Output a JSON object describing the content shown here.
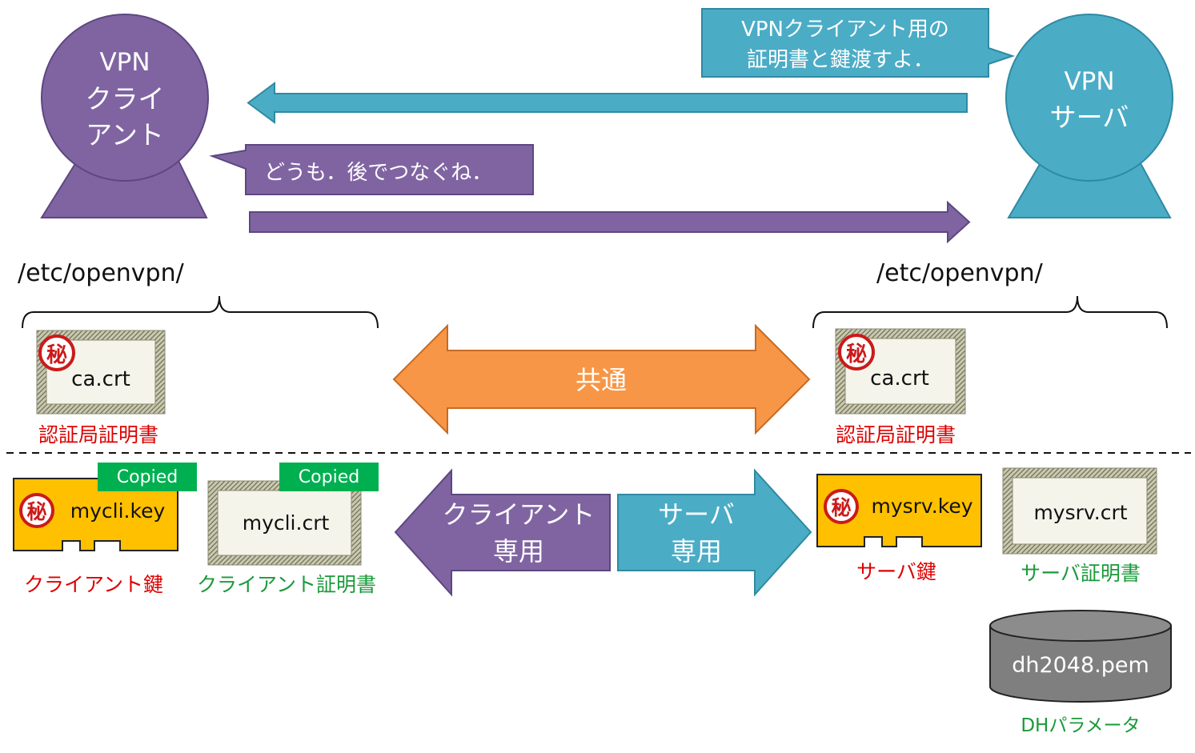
{
  "client": {
    "line1": "VPN",
    "line2": "クライ",
    "line3": "アント",
    "color": "#8064a2",
    "speech": "どうも．後でつなぐね．",
    "dir": "/etc/openvpn/"
  },
  "server": {
    "line1": "VPN",
    "line2": "サーバ",
    "color": "#4bacc6",
    "speech_line1": "VPNクライアント用の",
    "speech_line2": "証明書と鍵渡すよ．",
    "dir": "/etc/openvpn/"
  },
  "common": {
    "label": "共通",
    "color": "#f79646"
  },
  "client_only": {
    "line1": "クライアント",
    "line2": "専用"
  },
  "server_only": {
    "line1": "サーバ",
    "line2": "専用"
  },
  "secret_mark": "秘",
  "files": {
    "client_ca": {
      "name": "ca.crt",
      "caption": "認証局証明書"
    },
    "server_ca": {
      "name": "ca.crt",
      "caption": "認証局証明書"
    },
    "client_key": {
      "name": "mycli.key",
      "caption": "クライアント鍵",
      "badge": "Copied"
    },
    "client_crt": {
      "name": "mycli.crt",
      "caption": "クライアント証明書",
      "badge": "Copied"
    },
    "server_key": {
      "name": "mysrv.key",
      "caption": "サーバ鍵"
    },
    "server_crt": {
      "name": "mysrv.crt",
      "caption": "サーバ証明書"
    },
    "dh": {
      "name": "dh2048.pem",
      "caption": "DHパラメータ"
    }
  },
  "colors": {
    "caption_red": "#dd0000",
    "caption_green": "#1a9a3a",
    "badge_green": "#00b050",
    "key_yellow": "#ffc000",
    "cylinder_gray": "#7f7f7f"
  }
}
